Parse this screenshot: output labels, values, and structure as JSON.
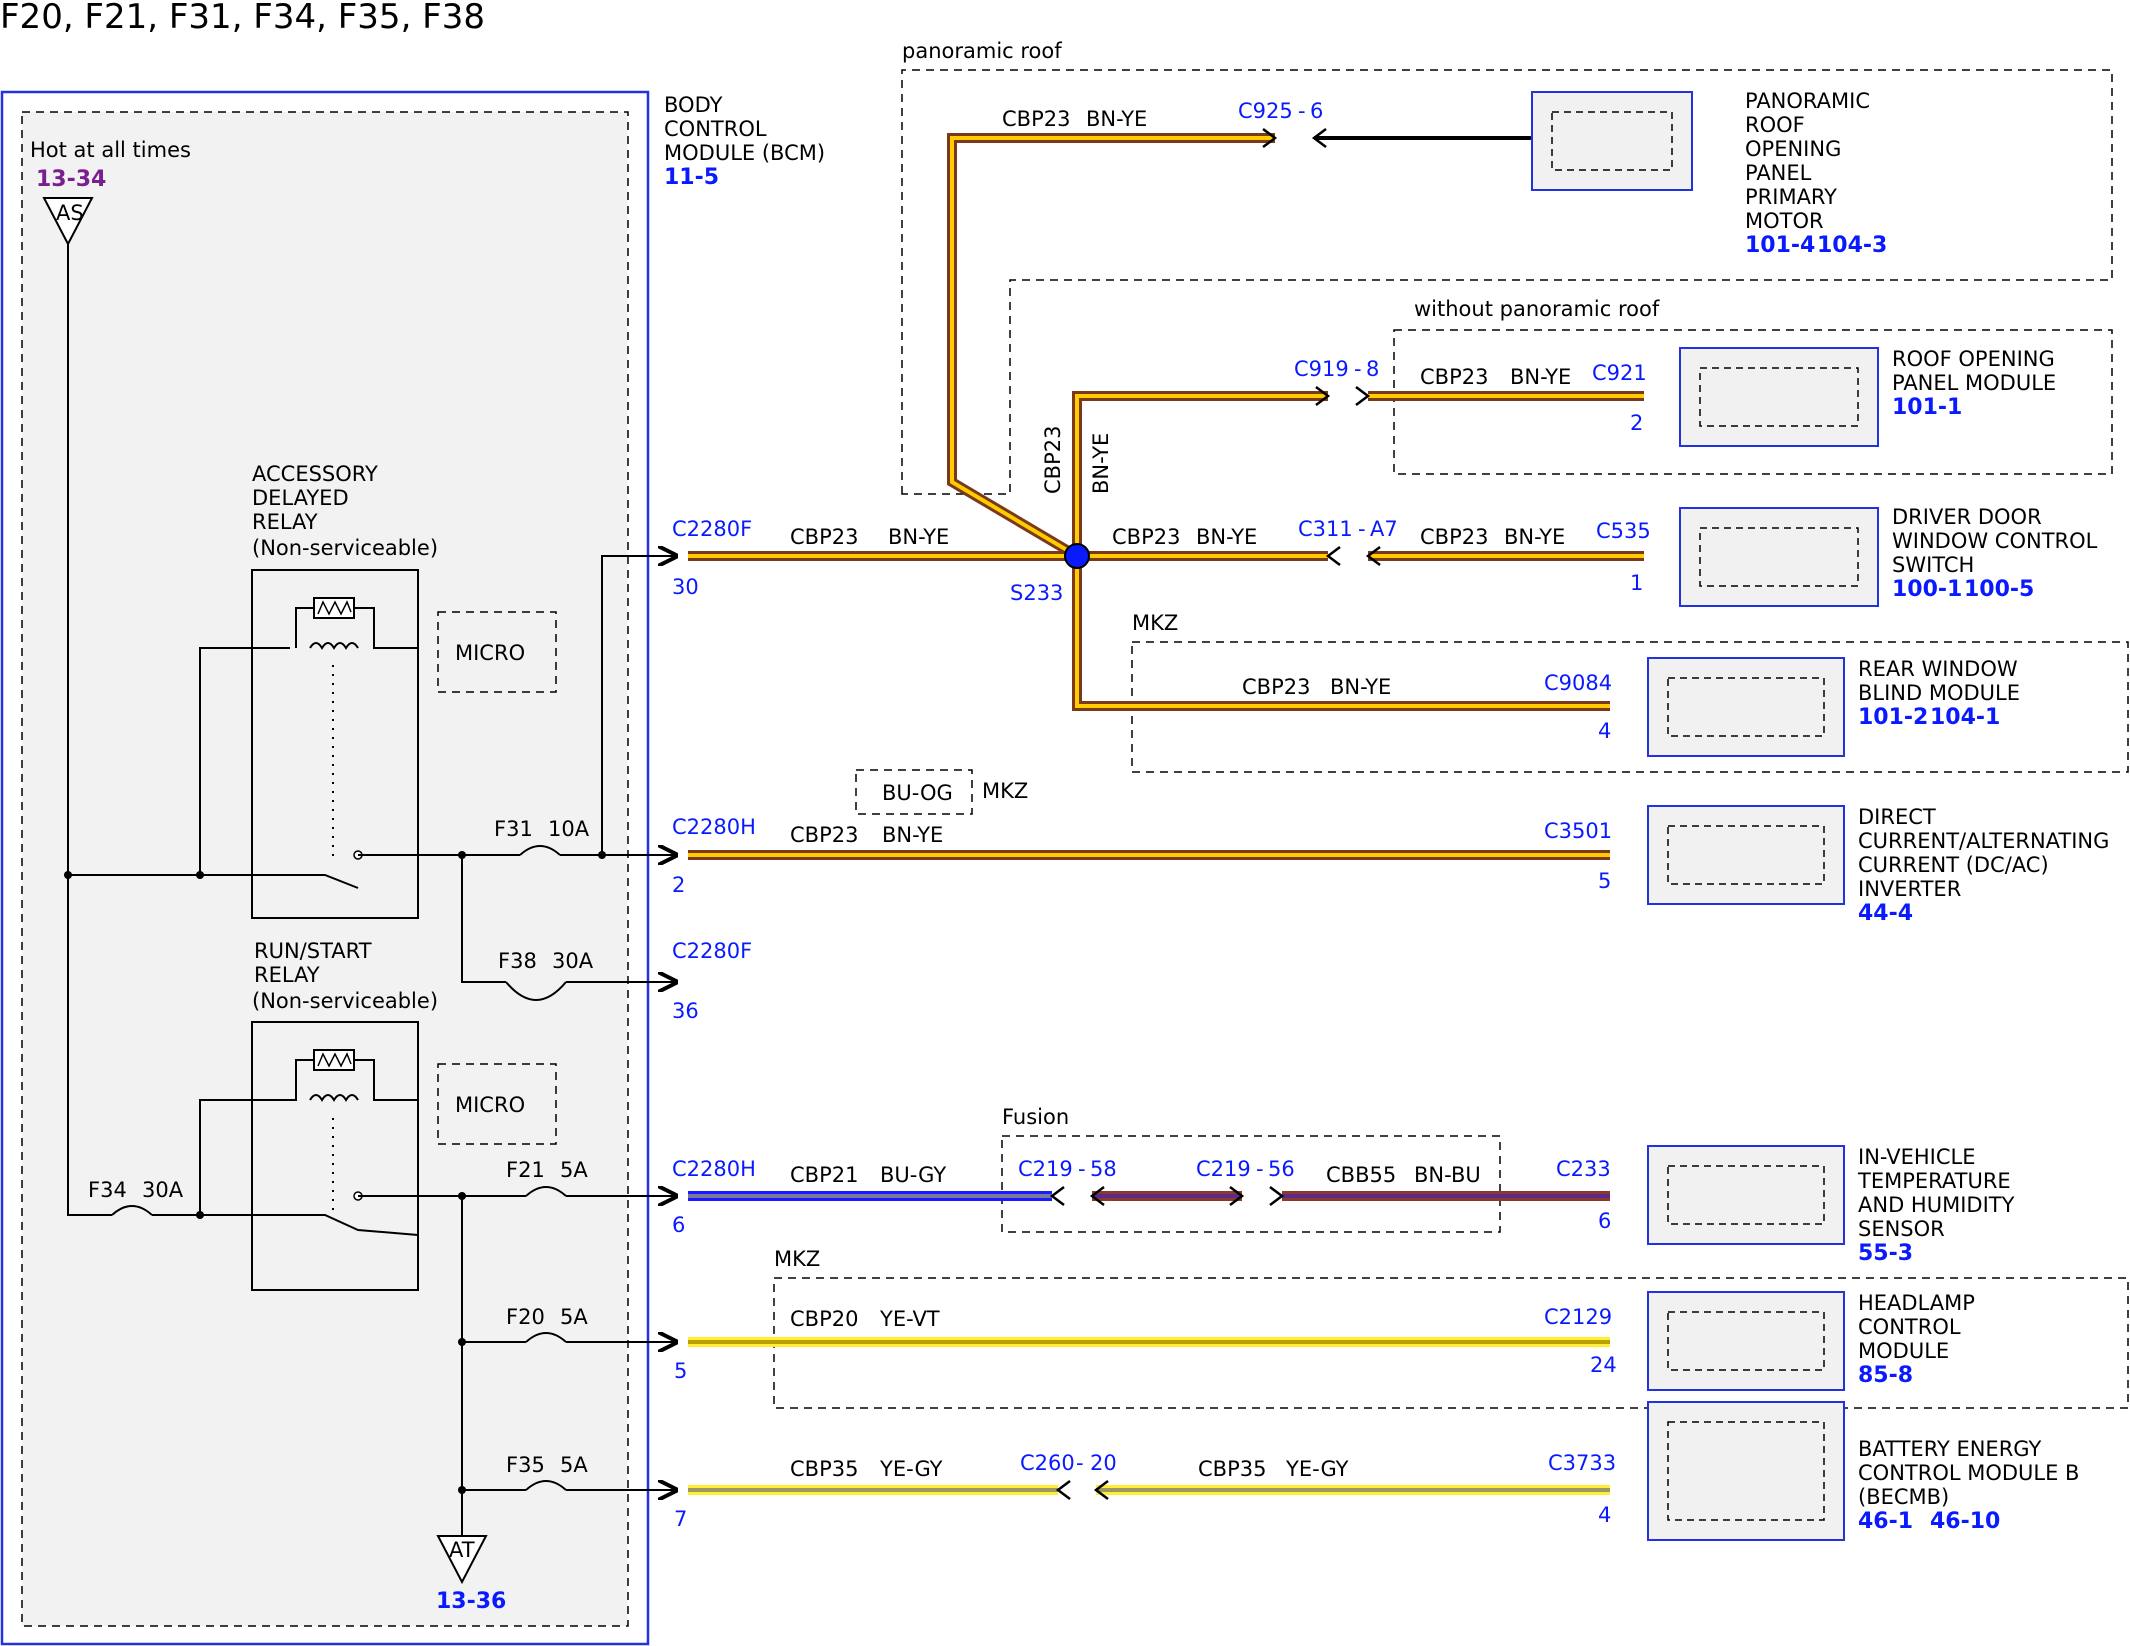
{
  "title": "F20, F21, F31, F34, F35, F38",
  "colors": {
    "connector_blue": "#0a1aff",
    "ref_purple": "#7a1f8f",
    "wire_bn_ye": [
      "#7a3a1a",
      "#ffcc00"
    ],
    "wire_bu_gy": [
      "#1a1aff",
      "#7a7a9a"
    ],
    "wire_bn_bu": [
      "#8b3a2a",
      "#5a2a8a"
    ],
    "wire_ye_vt": [
      "#ffee33",
      "#b8a000"
    ],
    "wire_ye_gy": [
      "#ffee33",
      "#9a9a60"
    ]
  },
  "bcm": {
    "name": "BODY CONTROL MODULE (BCM)",
    "line1": "BODY",
    "line2": "CONTROL",
    "line3": "MODULE (BCM)",
    "ref": "11-5"
  },
  "power": {
    "label": "Hot at all times",
    "ref": "13-34",
    "node": "AS"
  },
  "ground_node": {
    "node": "AT",
    "ref": "13-36"
  },
  "relays": [
    {
      "line1": "ACCESSORY",
      "line2": "DELAYED",
      "line3": "RELAY",
      "line4": "(Non-serviceable)",
      "micro": "MICRO"
    },
    {
      "line1": "RUN/START",
      "line2": "RELAY",
      "line3": "(Non-serviceable)",
      "micro": "MICRO"
    }
  ],
  "fuses": {
    "f31": {
      "name": "F31",
      "rating": "10A"
    },
    "f38": {
      "name": "F38",
      "rating": "30A"
    },
    "f34": {
      "name": "F34",
      "rating": "30A"
    },
    "f21": {
      "name": "F21",
      "rating": "5A"
    },
    "f20": {
      "name": "F20",
      "rating": "5A"
    },
    "f35": {
      "name": "F35",
      "rating": "5A"
    }
  },
  "options": {
    "panoramic": "panoramic roof",
    "no_panoramic": "without panoramic roof",
    "mkz1": "MKZ",
    "mkz2": "MKZ",
    "mkz3": "MKZ",
    "fusion": "Fusion",
    "bu_og": "BU-OG"
  },
  "splice": "S233",
  "circuits": {
    "c1": {
      "conn": "C2280F",
      "pin": "30",
      "ckt": "CBP23",
      "color": "BN-YE"
    },
    "c2": {
      "conn": "C2280H",
      "pin": "2",
      "ckt": "CBP23",
      "color": "BN-YE"
    },
    "c3": {
      "conn": "C2280F",
      "pin": "36"
    },
    "c4": {
      "conn": "C2280H",
      "pin": "6",
      "ckt": "CBP21",
      "color": "BU-GY"
    },
    "c5": {
      "pin": "5",
      "ckt": "CBP20",
      "color": "YE-VT"
    },
    "c6": {
      "pin": "7",
      "ckt": "CBP35",
      "color": "YE-GY"
    }
  },
  "branches": {
    "pan": {
      "conn": "C925",
      "pin": "6",
      "ckt": "CBP23",
      "color": "BN-YE"
    },
    "riser": {
      "ckt": "CBP23",
      "color": "BN-YE"
    },
    "rop": {
      "conn1": "C919",
      "pin1": "8",
      "ckt": "CBP23",
      "color": "BN-YE",
      "conn2": "C921",
      "pin2": "2"
    },
    "drv": {
      "ckt1": "CBP23",
      "color1": "BN-YE",
      "conn1": "C311",
      "pin1": "A7",
      "ckt2": "CBP23",
      "color2": "BN-YE",
      "conn2": "C535",
      "pin2": "1"
    },
    "rwb": {
      "ckt": "CBP23",
      "color": "BN-YE",
      "conn": "C9084",
      "pin": "4"
    },
    "dcac": {
      "conn": "C3501",
      "pin": "5"
    },
    "ivt": {
      "conn1": "C219",
      "pin1": "58",
      "conn2": "C219",
      "pin2": "56",
      "ckt": "CBB55",
      "color": "BN-BU",
      "conn3": "C233",
      "pin3": "6"
    },
    "hcm": {
      "conn": "C2129",
      "pin": "24"
    },
    "becm": {
      "conn1": "C260",
      "pin1": "20",
      "ckt": "CBP35",
      "color": "YE-GY",
      "conn2": "C3733",
      "pin2": "4"
    }
  },
  "modules": [
    {
      "lines": [
        "PANORAMIC",
        "ROOF",
        "OPENING",
        "PANEL",
        "PRIMARY",
        "MOTOR"
      ],
      "refs": [
        "101-4",
        "104-3"
      ]
    },
    {
      "lines": [
        "ROOF OPENING",
        "PANEL MODULE"
      ],
      "refs": [
        "101-1"
      ]
    },
    {
      "lines": [
        "DRIVER DOOR",
        "WINDOW CONTROL",
        "SWITCH"
      ],
      "refs": [
        "100-1",
        "100-5"
      ]
    },
    {
      "lines": [
        "REAR WINDOW",
        "BLIND MODULE"
      ],
      "refs": [
        "101-2",
        "104-1"
      ]
    },
    {
      "lines": [
        "DIRECT",
        "CURRENT/ALTERNATING",
        "CURRENT (DC/AC)",
        "INVERTER"
      ],
      "refs": [
        "44-4"
      ]
    },
    {
      "lines": [
        "IN-VEHICLE",
        "TEMPERATURE",
        "AND HUMIDITY",
        "SENSOR"
      ],
      "refs": [
        "55-3"
      ]
    },
    {
      "lines": [
        "HEADLAMP",
        "CONTROL",
        "MODULE"
      ],
      "refs": [
        "85-8"
      ]
    },
    {
      "lines": [
        "BATTERY ENERGY",
        "CONTROL MODULE B",
        "(BECMB)"
      ],
      "refs": [
        "46-1",
        "46-10"
      ]
    }
  ]
}
